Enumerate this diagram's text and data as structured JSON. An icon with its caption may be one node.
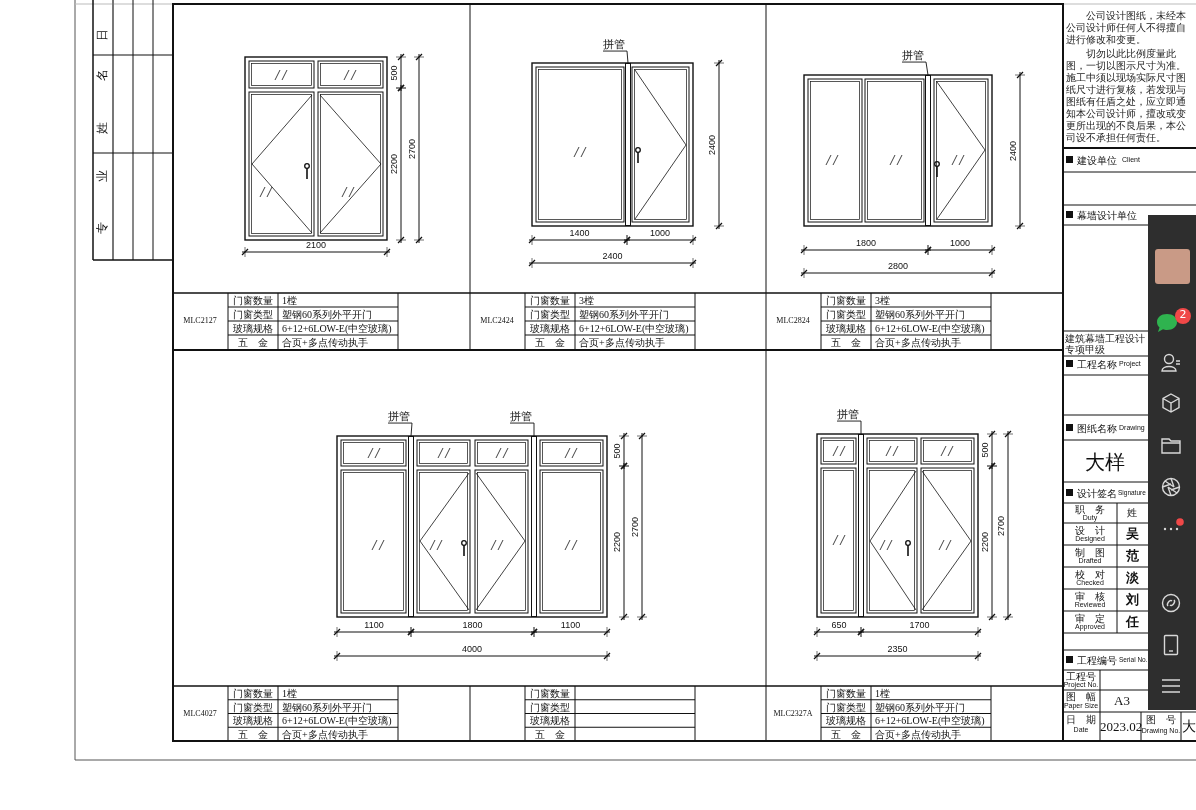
{
  "diagram": {
    "nodes": [
      {
        "text": [
          "拼管"
        ]
      },
      {
        "text": [],
        "shape": "bar"
      },
      {
        "text": [
          "拼管"
        ]
      },
      {
        "text": [],
        "shape": "bar"
      },
      {
        "text": [
          "拼管"
        ]
      },
      {
        "text": [],
        "shape": "bar"
      },
      {
        "text": [
          "拼管"
        ]
      },
      {
        "text": [],
        "shape": "bar"
      },
      {
        "text": [
          "拼管"
        ]
      },
      {
        "text": [],
        "shape": "bar"
      }
    ],
    "edges": [
      {
        "from": 0,
        "to": 1,
        "arrow": "none"
      },
      {
        "from": 2,
        "to": 3,
        "arrow": "none"
      },
      {
        "from": 4,
        "to": 5,
        "arrow": "none"
      },
      {
        "from": 6,
        "to": 7,
        "arrow": "none"
      },
      {
        "from": 8,
        "to": 9,
        "arrow": "none"
      }
    ],
    "labels": [
      "日",
      "名",
      "姓",
      "业",
      "专",
      "500",
      "2200",
      "2700",
      "2100",
      "2400",
      "1400",
      "1000",
      "2400",
      "2400",
      "1800",
      "1000",
      "2800",
      "MLC2127",
      "门窗数量",
      "1樘",
      "门窗类型",
      "塑钢60系列外平开门",
      "玻璃规格",
      "6+12+6LOW-E(中空玻璃)",
      "五　金",
      "合页+多点传动执手",
      "MLC2424",
      "门窗数量",
      "3樘",
      "门窗类型",
      "塑钢60系列外平开门",
      "玻璃规格",
      "6+12+6LOW-E(中空玻璃)",
      "五　金",
      "合页+多点传动执手",
      "MLC2824",
      "门窗数量",
      "3樘",
      "门窗类型",
      "塑钢60系列外平开门",
      "玻璃规格",
      "6+12+6LOW-E(中空玻璃)",
      "五　金",
      "合页+多点传动执手",
      "500",
      "2200",
      "2700",
      "1100",
      "1800",
      "1100",
      "4000",
      "500",
      "2200",
      "2700",
      "650",
      "1700",
      "2350",
      "MLC4027",
      "门窗数量",
      "1樘",
      "门窗类型",
      "塑钢60系列外平开门",
      "玻璃规格",
      "6+12+6LOW-E(中空玻璃)",
      "五　金",
      "合页+多点传动执手",
      "门窗数量",
      "门窗类型",
      "玻璃规格",
      "五　金",
      "MLC2327A",
      "门窗数量",
      "1樘",
      "门窗类型",
      "塑钢60系列外平开门",
      "玻璃规格",
      "6+12+6LOW-E(中空玻璃)",
      "五　金",
      "合页+多点传动执手",
      "公司设计图纸，未经本公司设计师任何人不得擅自进行修改和变更。",
      "切勿以此比例度量此图，一切以图示尺寸为准。施工中须以现场实际尺寸图纸尺寸进行复核，若发现与图纸有任盾之处，应立即通知本公司设计师，擅改或变更所出现的不良后果，本公司设不承担任何责任。",
      "建设单位",
      "Client",
      "幕墙设计单位",
      "建筑幕墙工程设计专项甲级",
      "工程名称",
      "Project",
      "图纸名称",
      "Drawing",
      "大样",
      "设计签名",
      "Signature",
      "职　务",
      "Duty",
      "姓",
      "设　计",
      "Designed",
      "吴",
      "制　图",
      "Drafted",
      "范",
      "校　对",
      "Checked",
      "淡",
      "审　核",
      "Reviewed",
      "刘",
      "审　定",
      "Approved",
      "任",
      "工程编号",
      "Serial No.",
      "工程号",
      "Project No.",
      "图　幅",
      "Paper Size",
      "A3",
      "日　期",
      "Date",
      "2023.02",
      "图　号",
      "Drawing No.",
      "大",
      "2"
    ]
  }
}
